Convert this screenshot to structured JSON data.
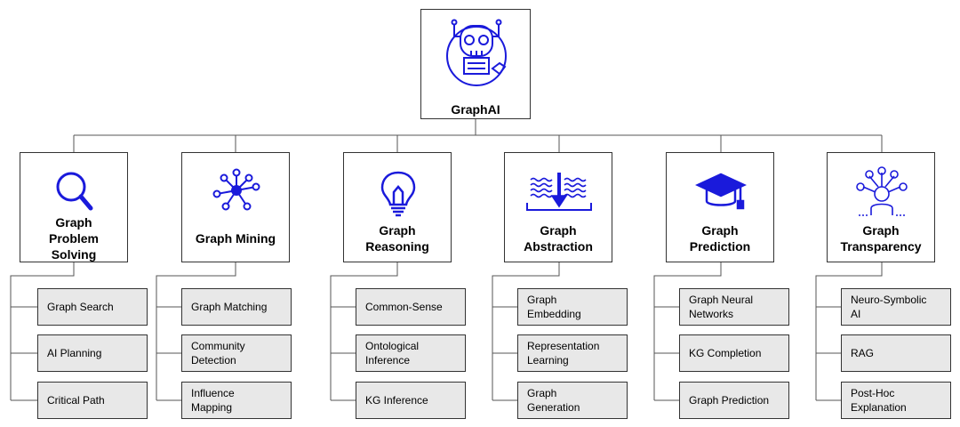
{
  "root": {
    "label": "GraphAI",
    "icon": "robot-icon"
  },
  "categories": [
    {
      "label": "Graph\nProblem\nSolving",
      "icon": "magnifier-icon",
      "items": [
        "Graph Search",
        "AI Planning",
        "Critical Path"
      ]
    },
    {
      "label": "Graph Mining",
      "icon": "network-icon",
      "items": [
        "Graph Matching",
        "Community\nDetection",
        "Influence\nMapping"
      ]
    },
    {
      "label": "Graph\nReasoning",
      "icon": "lightbulb-icon",
      "items": [
        "Common-Sense",
        "Ontological\nInference",
        "KG Inference"
      ]
    },
    {
      "label": "Graph\nAbstraction",
      "icon": "abstraction-icon",
      "items": [
        "Graph\nEmbedding",
        "Representation\nLearning",
        "Graph\nGeneration"
      ]
    },
    {
      "label": "Graph\nPrediction",
      "icon": "graduation-cap-icon",
      "items": [
        "Graph Neural\nNetworks",
        "KG Completion",
        "Graph Prediction"
      ]
    },
    {
      "label": "Graph\nTransparency",
      "icon": "person-network-icon",
      "items": [
        "Neuro-Symbolic\nAI",
        "RAG",
        "Post-Hoc\nExplanation"
      ]
    }
  ],
  "colors": {
    "icon": "#1a1adb",
    "leaf_fill": "#e8e8e8",
    "line": "#333333"
  }
}
